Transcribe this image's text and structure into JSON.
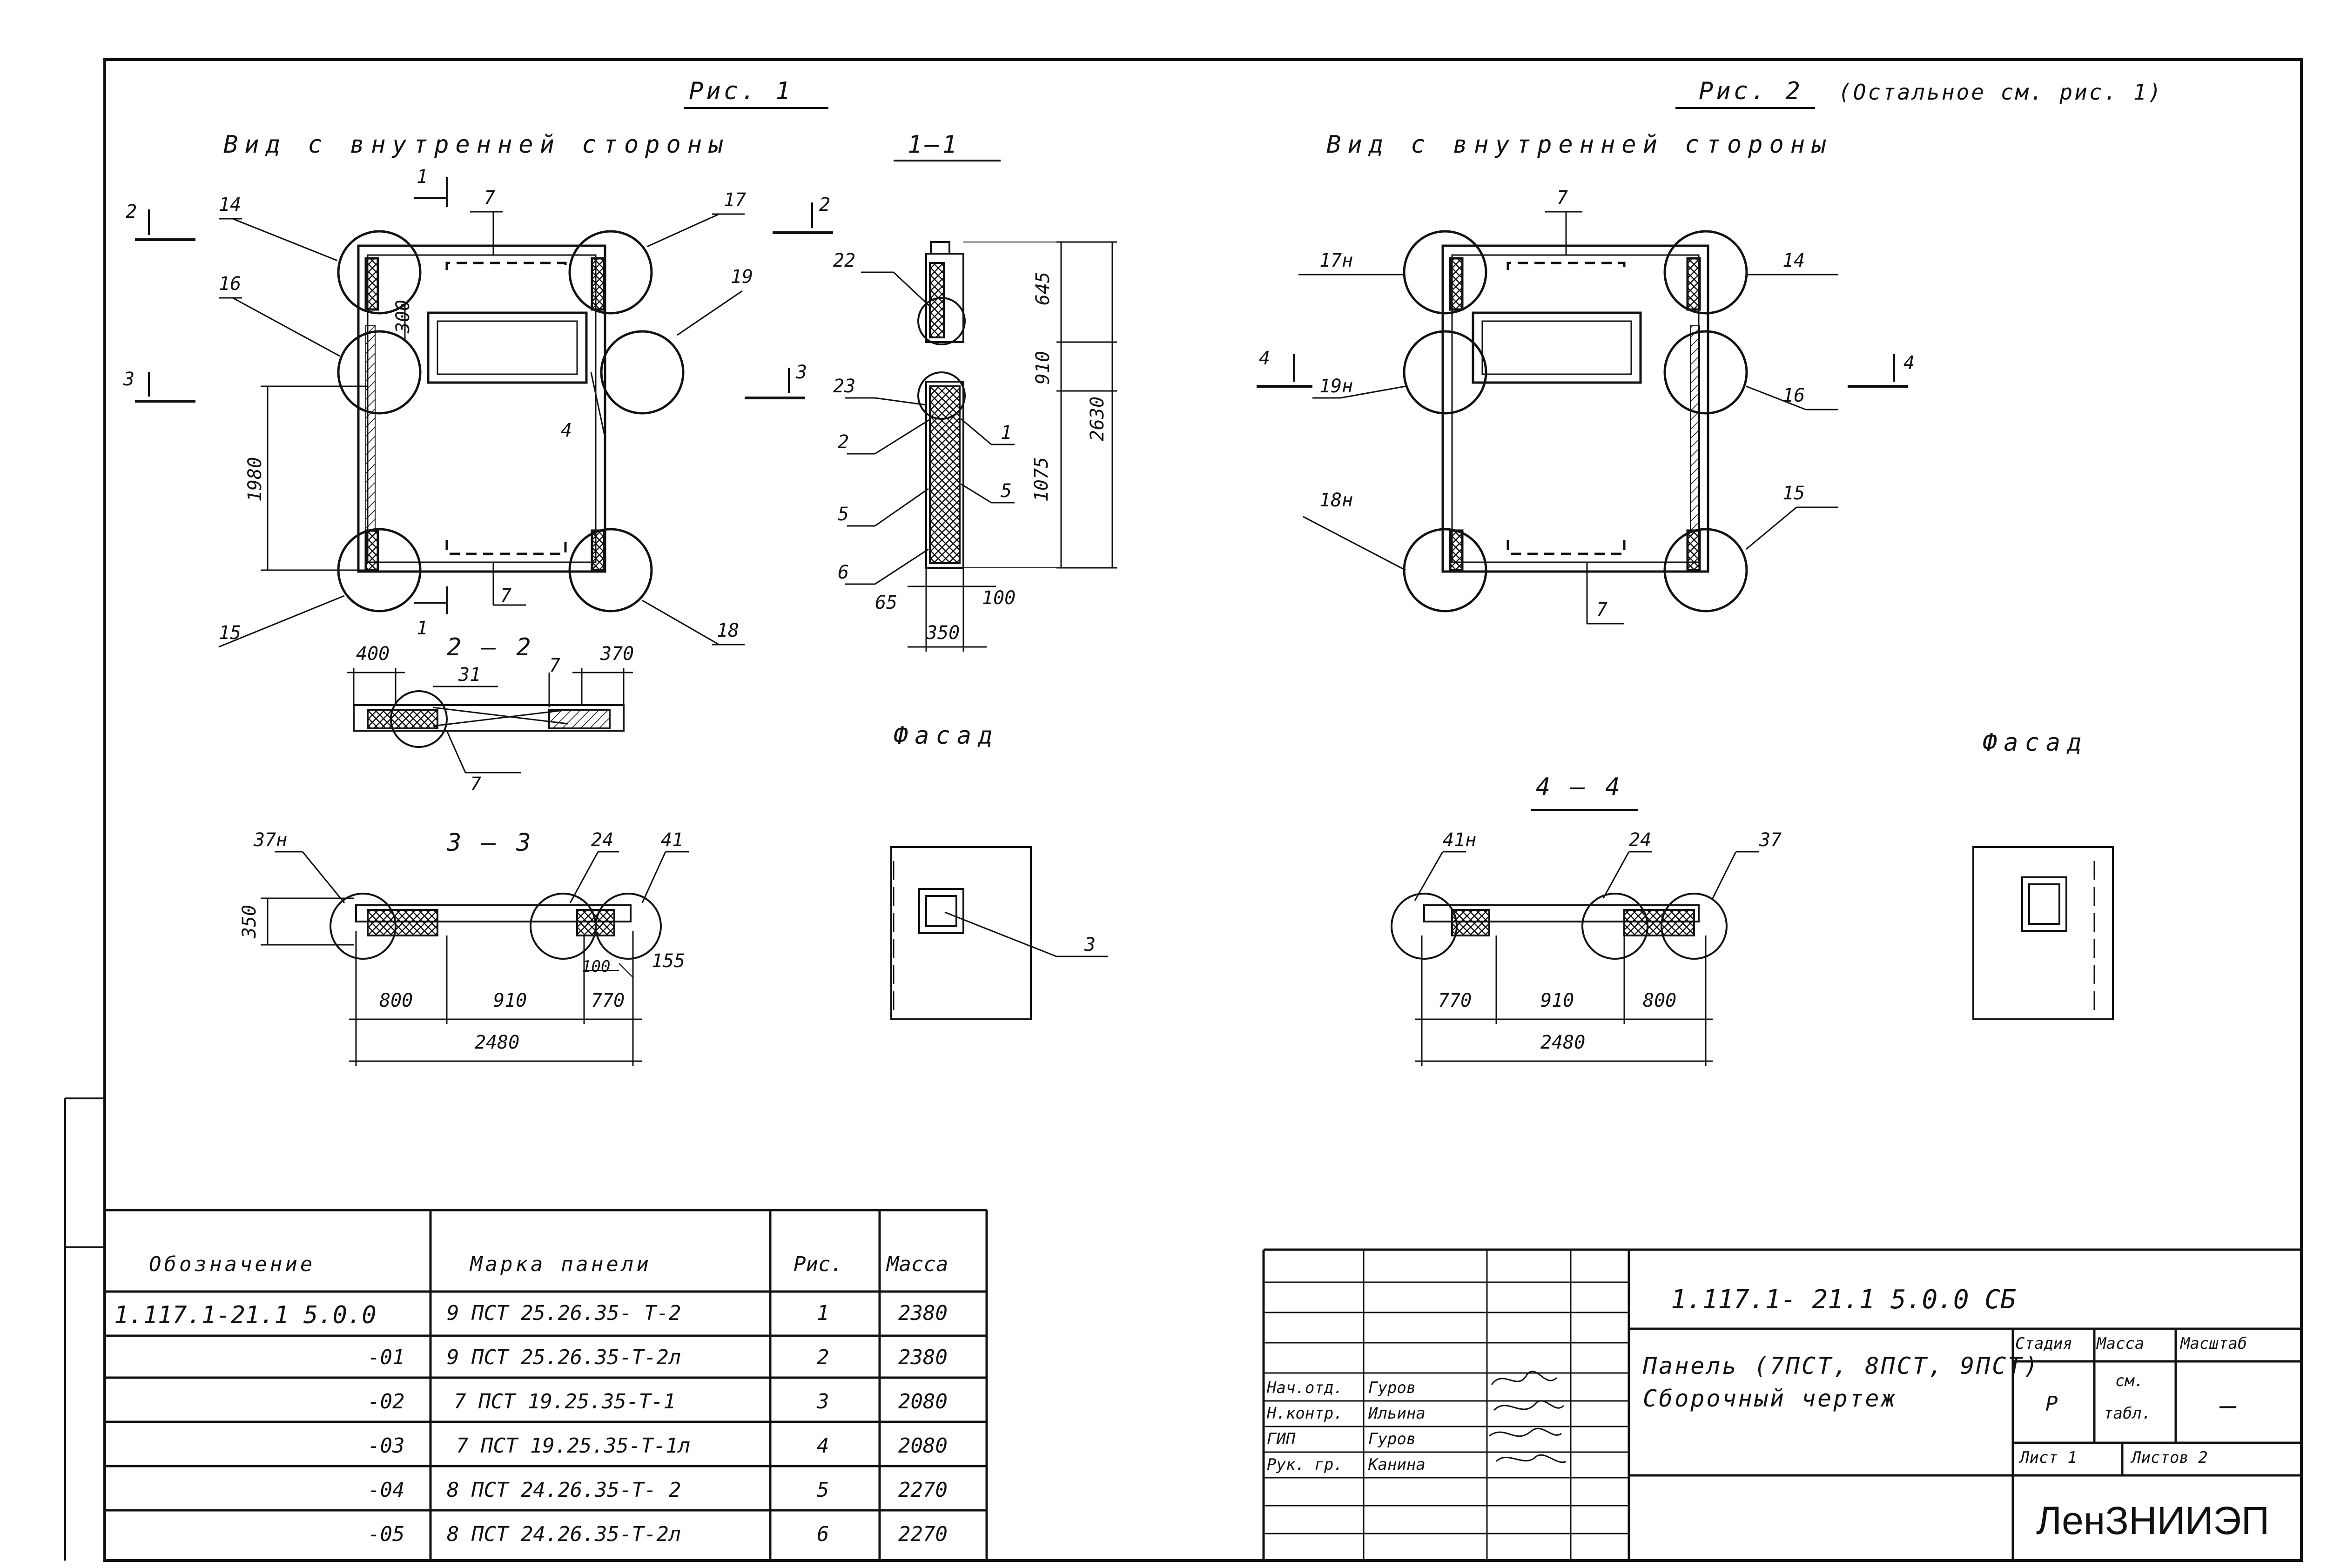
{
  "fig1": {
    "title": "Рис. 1",
    "view_label": "Вид с внутренней стороны",
    "section_11": "1—1",
    "section_22": "2 — 2",
    "section_33": "3 — 3",
    "facade": "Фасад",
    "cut_marks": [
      "1",
      "1",
      "2",
      "2",
      "3",
      "3"
    ],
    "callouts": [
      "14",
      "16",
      "15",
      "7",
      "7",
      "17",
      "19",
      "4",
      "18",
      "22",
      "23",
      "2",
      "5",
      "6",
      "1",
      "5",
      "31",
      "7",
      "7",
      "37н",
      "24",
      "41",
      "3"
    ],
    "dims": {
      "d300": "300",
      "d1980": "1980",
      "d645": "645",
      "d910v": "910",
      "d1075": "1075",
      "d2630": "2630",
      "d65": "65",
      "d100": "100",
      "d350": "350",
      "d400": "400",
      "d370": "370",
      "d350b": "350",
      "d800": "800",
      "d910": "910",
      "d770": "770",
      "d100s": "100",
      "d155": "155",
      "d2480": "2480"
    }
  },
  "fig2": {
    "title": "Рис. 2",
    "note": "(Остальное см. рис. 1)",
    "view_label": "Вид с внутренней стороны",
    "section_44": "4 — 4",
    "facade": "Фасад",
    "cut_marks": [
      "4",
      "4"
    ],
    "callouts": [
      "7",
      "17н",
      "19н",
      "18н",
      "14",
      "16",
      "15",
      "7",
      "41н",
      "24",
      "37"
    ],
    "dims": {
      "d770": "770",
      "d910": "910",
      "d800": "800",
      "d2480": "2480"
    }
  },
  "spec_table": {
    "headers": [
      "Обозначение",
      "Марка панели",
      "Рис.",
      "Масса"
    ],
    "rows": [
      {
        "designation": "1.117.1-21.1  5.0.0",
        "mark": "9 ПСТ 25.26.35- Т-2",
        "fig": "1",
        "mass": "2380"
      },
      {
        "designation": "-01",
        "mark": "9 ПСТ 25.26.35-Т-2л",
        "fig": "2",
        "mass": "2380"
      },
      {
        "designation": "-02",
        "mark": "7 ПСТ 19.25.35-Т-1",
        "fig": "3",
        "mass": "2080"
      },
      {
        "designation": "-03",
        "mark": "7 ПСТ 19.25.35-Т-1л",
        "fig": "4",
        "mass": "2080"
      },
      {
        "designation": "-04",
        "mark": "8 ПСТ 24.26.35-Т- 2",
        "fig": "5",
        "mass": "2270"
      },
      {
        "designation": "-05",
        "mark": "8 ПСТ 24.26.35-Т-2л",
        "fig": "6",
        "mass": "2270"
      }
    ]
  },
  "title_block": {
    "doc_code": "1.117.1- 21.1   5.0.0 СБ",
    "name_line1": "Панель (7ПСТ, 8ПСТ, 9ПСТ)",
    "name_line2": "Сборочный чертеж",
    "stage_header": "Стадия",
    "mass_header": "Масса",
    "scale_header": "Масштаб",
    "stage": "Р",
    "mass_line1": "см.",
    "mass_line2": "табл.",
    "scale": "—",
    "sheet": "Лист 1",
    "sheets": "Листов 2",
    "org": "ЛенЗНИИЭП",
    "signers": [
      {
        "role": "Нач.отд.",
        "name": "Гуров"
      },
      {
        "role": "Н.контр.",
        "name": "Ильина"
      },
      {
        "role": "ГИП",
        "name": "Гуров"
      },
      {
        "role": "Рук. гр.",
        "name": "Канина"
      }
    ]
  }
}
